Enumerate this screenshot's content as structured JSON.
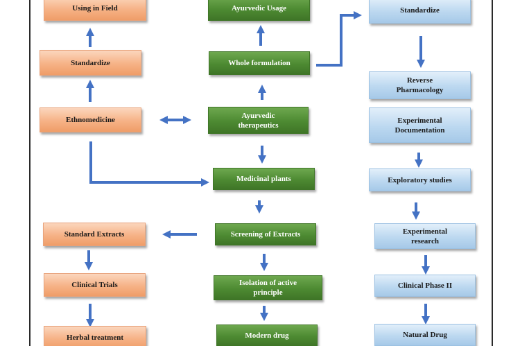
{
  "left_column": {
    "using_in_field": "Using in Field",
    "standardize": "Standardize",
    "ethnomedicine": "Ethnomedicine",
    "standard_extracts": "Standard Extracts",
    "clinical_trials": "Clinical Trials",
    "herbal_treatment": "Herbal treatment"
  },
  "center_column": {
    "ayurvedic_usage": "Ayurvedic Usage",
    "whole_formulation": "Whole formulation",
    "ayurvedic_therapeutics_line1": "Ayurvedic",
    "ayurvedic_therapeutics_line2": "therapeutics",
    "medicinal_plants": "Medicinal plants",
    "screening_of_extracts": "Screening of Extracts",
    "isolation_line1": "Isolation of active",
    "isolation_line2": "principle",
    "modern_drug": "Modern drug"
  },
  "right_column": {
    "standardize": "Standardize",
    "reverse_pharmacology_line1": "Reverse",
    "reverse_pharmacology_line2": "Pharmacology",
    "experimental_documentation_line1": "Experimental",
    "experimental_documentation_line2": "Documentation",
    "exploratory_studies": "Exploratory studies",
    "experimental_research_line1": "Experimental",
    "experimental_research_line2": "research",
    "clinical_phase_ii": "Clinical Phase II",
    "natural_drug": "Natural Drug"
  },
  "colors": {
    "arrow": "#4472c4",
    "orange_box": "#f6b286",
    "green_box": "#4d8a32",
    "blue_box": "#bcd8f0",
    "frame": "#2a2a2a"
  }
}
